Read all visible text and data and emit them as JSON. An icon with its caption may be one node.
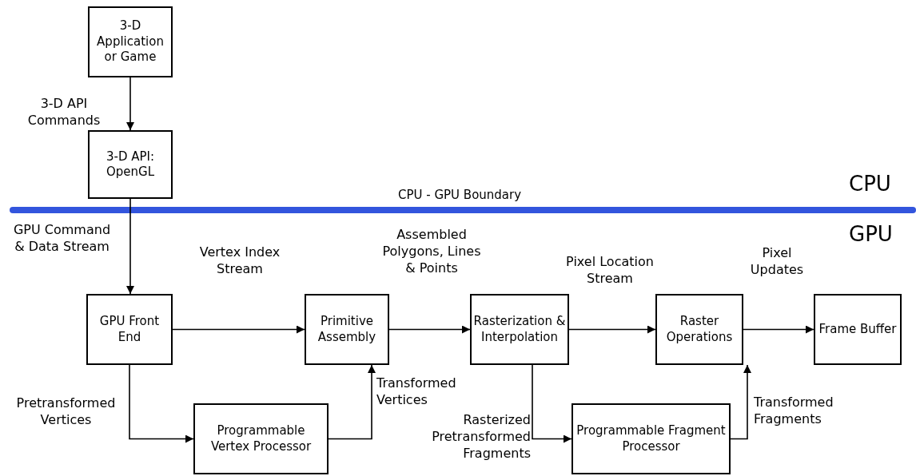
{
  "diagram": {
    "nodes": [
      {
        "text": [
          "3-D Application or Game"
        ]
      },
      {
        "text": [
          "3-D API: OpenGL"
        ]
      },
      {
        "text": [
          "GPU Front End"
        ]
      },
      {
        "text": [
          "Primitive Assembly"
        ]
      },
      {
        "text": [
          "Rasterization & Interpolation"
        ]
      },
      {
        "text": [
          "Raster Operations"
        ]
      },
      {
        "text": [
          "Frame Buffer"
        ]
      },
      {
        "text": [
          "Programmable Vertex Processor"
        ]
      },
      {
        "text": [
          "Programmable Fragment Processor"
        ]
      }
    ],
    "edges": [
      {
        "from": 0,
        "to": 1,
        "arrow": "to",
        "label": "3-D API Commands"
      },
      {
        "from": 1,
        "to": 2,
        "arrow": "to",
        "label": "GPU Command & Data Stream"
      },
      {
        "from": 2,
        "to": 3,
        "arrow": "to",
        "label": "Vertex Index Stream"
      },
      {
        "from": 3,
        "to": 4,
        "arrow": "to",
        "label": "Assembled Polygons, Lines & Points"
      },
      {
        "from": 4,
        "to": 5,
        "arrow": "to",
        "label": "Pixel Location Stream"
      },
      {
        "from": 5,
        "to": 6,
        "arrow": "to",
        "label": "Pixel Updates"
      },
      {
        "from": 2,
        "to": 7,
        "arrow": "to",
        "label": "Pretransformed Vertices"
      },
      {
        "from": 7,
        "to": 3,
        "arrow": "to",
        "label": "Transformed Vertices"
      },
      {
        "from": 4,
        "to": 8,
        "arrow": "to",
        "label": "Rasterized Pretransformed Fragments"
      },
      {
        "from": 8,
        "to": 5,
        "arrow": "to",
        "label": "Transformed Fragments"
      }
    ],
    "labels": [
      "CPU - GPU Boundary",
      "CPU",
      "GPU"
    ]
  }
}
